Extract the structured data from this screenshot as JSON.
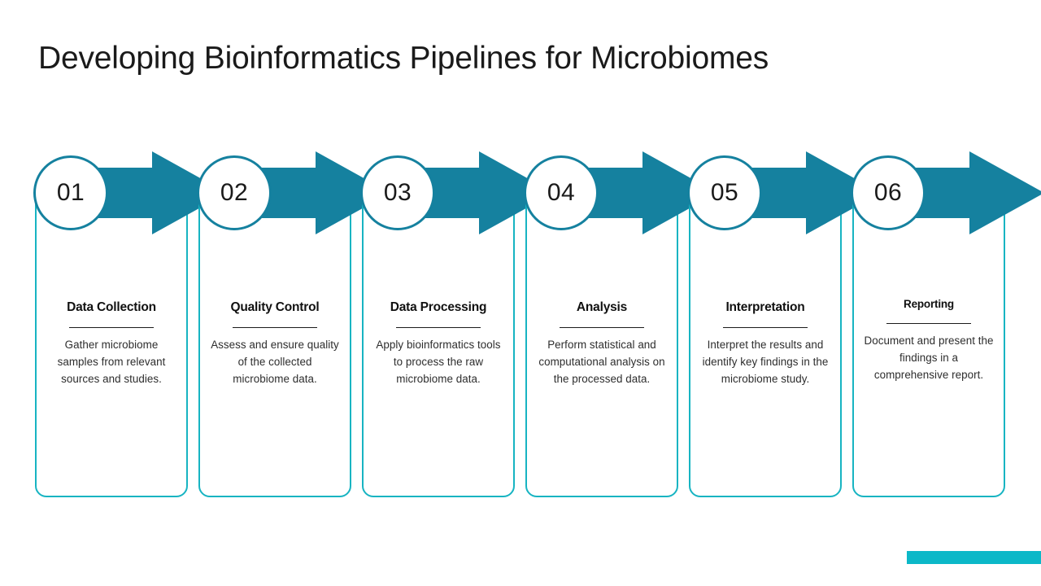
{
  "slide": {
    "title": "Developing Bioinformatics Pipelines for Microbiomes",
    "accent_color": "#0cb8c8",
    "arrow_color": "#15819f",
    "card_border_color": "#17b4c2",
    "background_color": "#ffffff"
  },
  "steps": [
    {
      "number": "01",
      "title": "Data Collection",
      "description": "Gather microbiome samples from relevant sources and studies."
    },
    {
      "number": "02",
      "title": "Quality Control",
      "description": "Assess and ensure quality of the collected microbiome data."
    },
    {
      "number": "03",
      "title": "Data Processing",
      "description": "Apply bioinformatics tools to process the raw microbiome data."
    },
    {
      "number": "04",
      "title": "Analysis",
      "description": "Perform statistical and computational analysis on the processed data."
    },
    {
      "number": "05",
      "title": "Interpretation",
      "description": "Interpret the results and identify key findings in the microbiome study."
    },
    {
      "number": "06",
      "title": "Reporting",
      "description": "Document and present the findings in a comprehensive report."
    }
  ]
}
